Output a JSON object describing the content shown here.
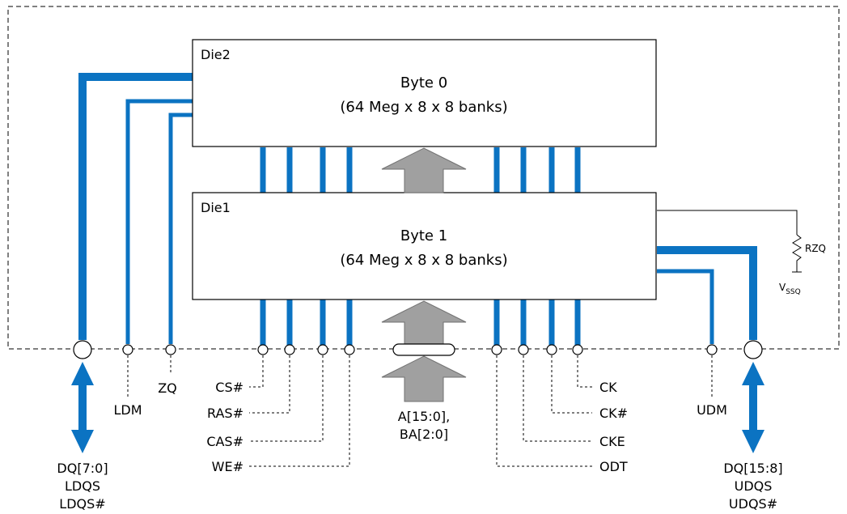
{
  "die2": {
    "label": "Die2",
    "byte": "Byte 0",
    "org": "(64 Meg x 8 x 8 banks)"
  },
  "die1": {
    "label": "Die1",
    "byte": "Byte 1",
    "org": "(64 Meg x 8 x 8 banks)"
  },
  "resistor": {
    "label": "RZQ",
    "vss_main": "V",
    "vss_sub": "SSQ"
  },
  "signals": {
    "ldm": "LDM",
    "zq": "ZQ",
    "cs": "CS#",
    "ras": "RAS#",
    "cas": "CAS#",
    "we": "WE#",
    "addr1": "A[15:0],",
    "addr2": "BA[2:0]",
    "ck": "CK",
    "ckn": "CK#",
    "cke": "CKE",
    "odt": "ODT",
    "udm": "UDM"
  },
  "lower_data": {
    "line1": "DQ[7:0]",
    "line2": "LDQS",
    "line3": "LDQS#"
  },
  "upper_data": {
    "line1": "DQ[15:8]",
    "line2": "UDQS",
    "line3": "UDQS#"
  },
  "colors": {
    "bus": "#0b73c2",
    "address_arrow": "#a0a0a0"
  }
}
